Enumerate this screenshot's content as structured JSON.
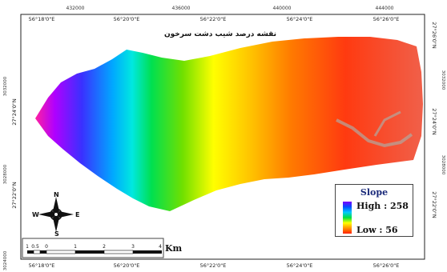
{
  "map": {
    "title": "نقشه درصد شیب دشت سرخون",
    "top_ticks": [
      "432000",
      "436000",
      "440000",
      "444000"
    ],
    "top_lon": [
      "56°18'0\"E",
      "56°20'0\"E",
      "56°22'0\"E",
      "56°24'0\"E",
      "56°26'0\"E"
    ],
    "bottom_lon": [
      "56°18'0\"E",
      "56°20'0\"E",
      "56°22'0\"E",
      "56°24'0\"E",
      "56°26'0\"E"
    ],
    "left_lat": [
      "27°24'0\"N",
      "27°22'0\"N"
    ],
    "right_lat": [
      "27°26'0\"N",
      "27°24'0\"N",
      "27°22'0\"N"
    ],
    "left_northing": [
      "3032000",
      "3028000",
      "3024000"
    ],
    "right_northing": [
      "3032000",
      "3028000"
    ]
  },
  "legend": {
    "title": "Slope",
    "high_label": "High : 258",
    "low_label": "Low : 56",
    "high_value": 258,
    "low_value": 56
  },
  "north_arrow": {
    "n": "N",
    "e": "E",
    "s": "S",
    "w": "W"
  },
  "scale_bar": {
    "labels": [
      "1",
      "0.5",
      "0",
      "1",
      "2",
      "3",
      "4"
    ],
    "unit": "Km"
  },
  "colors": {
    "high": "#7a00ff",
    "mid": "#00e040",
    "low": "#ff2000"
  }
}
